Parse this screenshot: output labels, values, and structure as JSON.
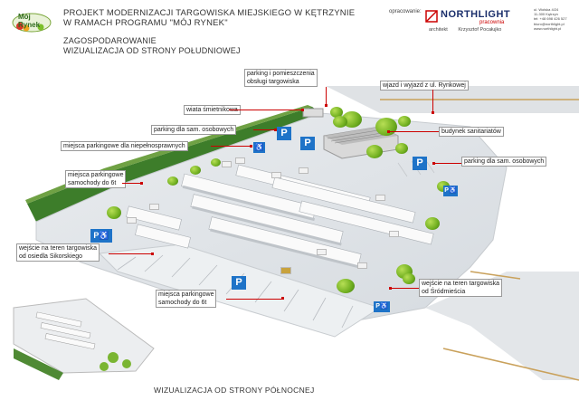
{
  "header": {
    "logo_text": "Mój Rynek",
    "title_line1": "PROJEKT MODERNIZACJI TARGOWISKA MIEJSKIEGO W KĘTRZYNIE",
    "title_line2": "W RAMACH PROGRAMU \"MÓJ RYNEK\"",
    "subtitle_line1": "ZAGOSPODAROWANIE",
    "subtitle_line2": "WIZUALIZACJA OD STRONY POŁUDNIOWEJ",
    "prepared_label": "opracowanie:",
    "company_name": "NORTHLIGHT",
    "company_sub": "pracownia",
    "architect_label": "architekt",
    "architect_name": "Krzysztof Pocałujko",
    "address_lines": [
      "ul. Wolska 4/24",
      "11-300 Kętrzyn",
      "tel: +48 698 426 527",
      "biuro@northlight.pl",
      "www.northlight.pl"
    ]
  },
  "labels": {
    "parking_obslugi": "parking i pomieszczenia",
    "parking_obslugi_2": "obsługi targowiska",
    "wjazd": "wjazd i wyjazd z ul. Rynkowej",
    "wiata": "wiata śmietnikowa",
    "parking_osobowych_1": "parking dla sam. osobowych",
    "budynek": "budynek sanitariatów",
    "niepelnosprawni": "miejsca parkingowe dla niepełnosprawnych",
    "parking_osobowych_2": "parking dla sam. osobowych",
    "miejsca_6t_1a": "miejsca parkingowe",
    "miejsca_6t_1b": "samochody do 6t",
    "wejscie_sikorskiego_a": "wejście na teren targowiska",
    "wejscie_sikorskiego_b": "od osiedla Sikorskiego",
    "miejsca_6t_2a": "miejsca parkingowe",
    "miejsca_6t_2b": "samochody do 6t",
    "wejscie_srodmiescia_a": "wejście na teren targowiska",
    "wejscie_srodmiescia_b": "od Śródmieścia"
  },
  "parking_sign": "P",
  "bottom_title": "WIZUALIZACJA OD STRONY PÓŁNOCNEJ",
  "colors": {
    "parking_blue": "#1e73c8",
    "pointer_red": "#cc0000",
    "tree_green": "#6fae1f",
    "grass": "#3d7d2a"
  }
}
